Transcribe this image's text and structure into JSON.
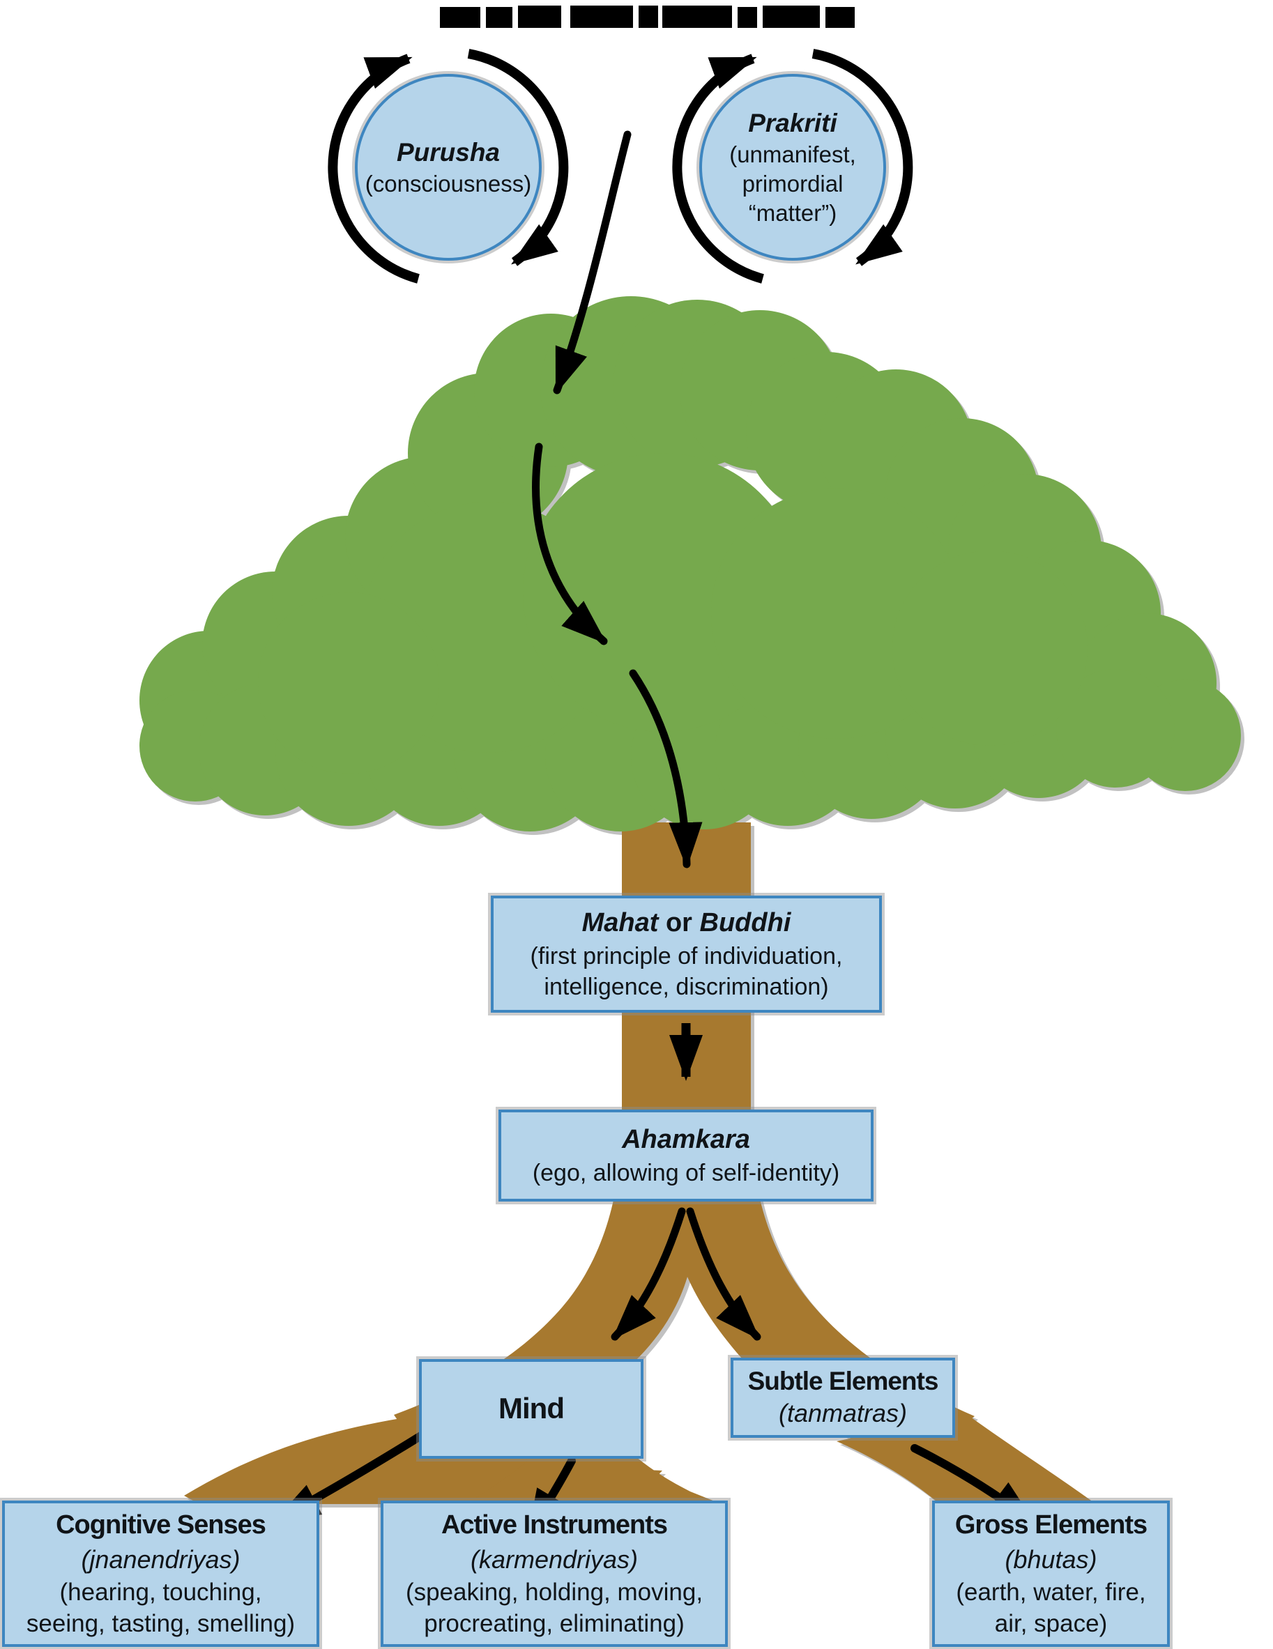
{
  "diagram": {
    "description": "Samkhya evolution tree diagram",
    "cropped_title_visible": true,
    "purusha": {
      "title": "Purusha",
      "line1": "(consciousness)"
    },
    "prakriti": {
      "title": "Prakriti",
      "line1": "(unmanifest,",
      "line2": "primordial",
      "line3": "“matter”)"
    },
    "mahat": {
      "title_italic1": "Mahat",
      "title_mid": " or ",
      "title_italic2": "Buddhi",
      "line1": "(first principle of individuation,",
      "line2": "intelligence, discrimination)"
    },
    "ahamkara": {
      "title": "Ahamkara",
      "line1": "(ego, allowing of self-identity)"
    },
    "mind": {
      "title": "Mind"
    },
    "subtle_elements": {
      "title": "Subtle Elements",
      "term": "(tanmatras)"
    },
    "cognitive_senses": {
      "title": "Cognitive Senses",
      "term": "(jnanendriyas)",
      "line1": "(hearing, touching,",
      "line2": "seeing, tasting, smelling)"
    },
    "active_instruments": {
      "title": "Active Instruments",
      "term": "(karmendriyas)",
      "line1": "(speaking, holding, moving,",
      "line2": "procreating, eliminating)"
    },
    "gross_elements": {
      "title": "Gross Elements",
      "term": "(bhutas)",
      "line1": "(earth, water, fire,",
      "line2": "air, space)"
    },
    "colors": {
      "node_fill": "#b5d4ea",
      "node_border": "#3e86c0",
      "canopy_green": "#76a94d",
      "trunk_brown": "#a7792f",
      "arrow_black": "#000000",
      "halo_gray": "#8f8f8f"
    }
  }
}
